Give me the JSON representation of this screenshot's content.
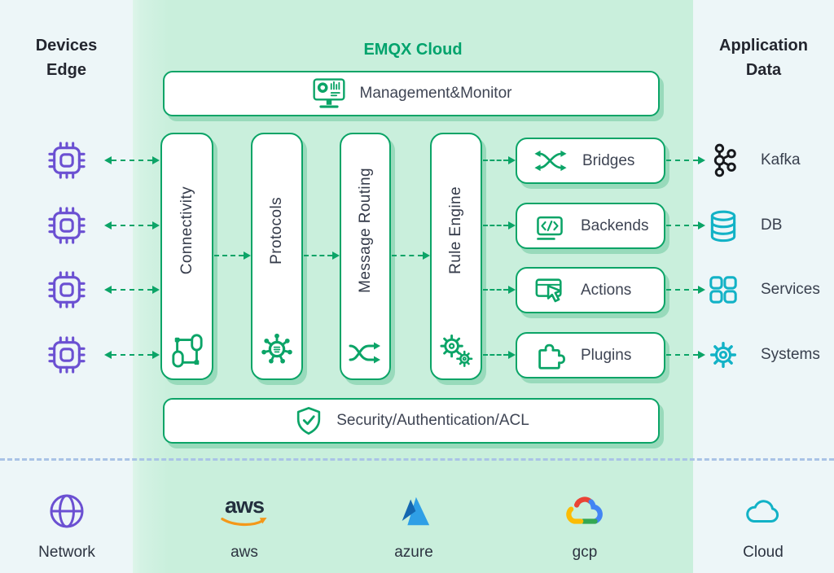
{
  "colors": {
    "accent_green": "#0BA467",
    "emqx_title_green": "#00A36C",
    "mint_background": "#C9EFDC",
    "side_panel_blue": "#EDF6F8",
    "device_purple": "#6B50D2",
    "target_teal": "#12B2C6",
    "kafka_black": "#17191D",
    "boundary_dash_blue": "#A9C3E6",
    "aws_orange": "#F49819",
    "heading_text": "#23262F"
  },
  "devices_panel": {
    "title_line1": "Devices",
    "title_line2": "Edge",
    "device_count": 4
  },
  "emqx_cloud": {
    "title": "EMQX Cloud",
    "management_label": "Management&Monitor",
    "columns": [
      "Connectivity",
      "Protocols",
      "Message Routing",
      "Rule Engine"
    ],
    "modules": [
      "Bridges",
      "Backends",
      "Actions",
      "Plugins"
    ],
    "security_label": "Security/Authentication/ACL"
  },
  "application_panel": {
    "title_line1": "Application",
    "title_line2": "Data",
    "targets": [
      "Kafka",
      "DB",
      "Services",
      "Systems"
    ]
  },
  "infrastructure": {
    "aws_logo_text": "aws",
    "items": [
      "Network",
      "aws",
      "azure",
      "gcp",
      "Cloud"
    ]
  }
}
